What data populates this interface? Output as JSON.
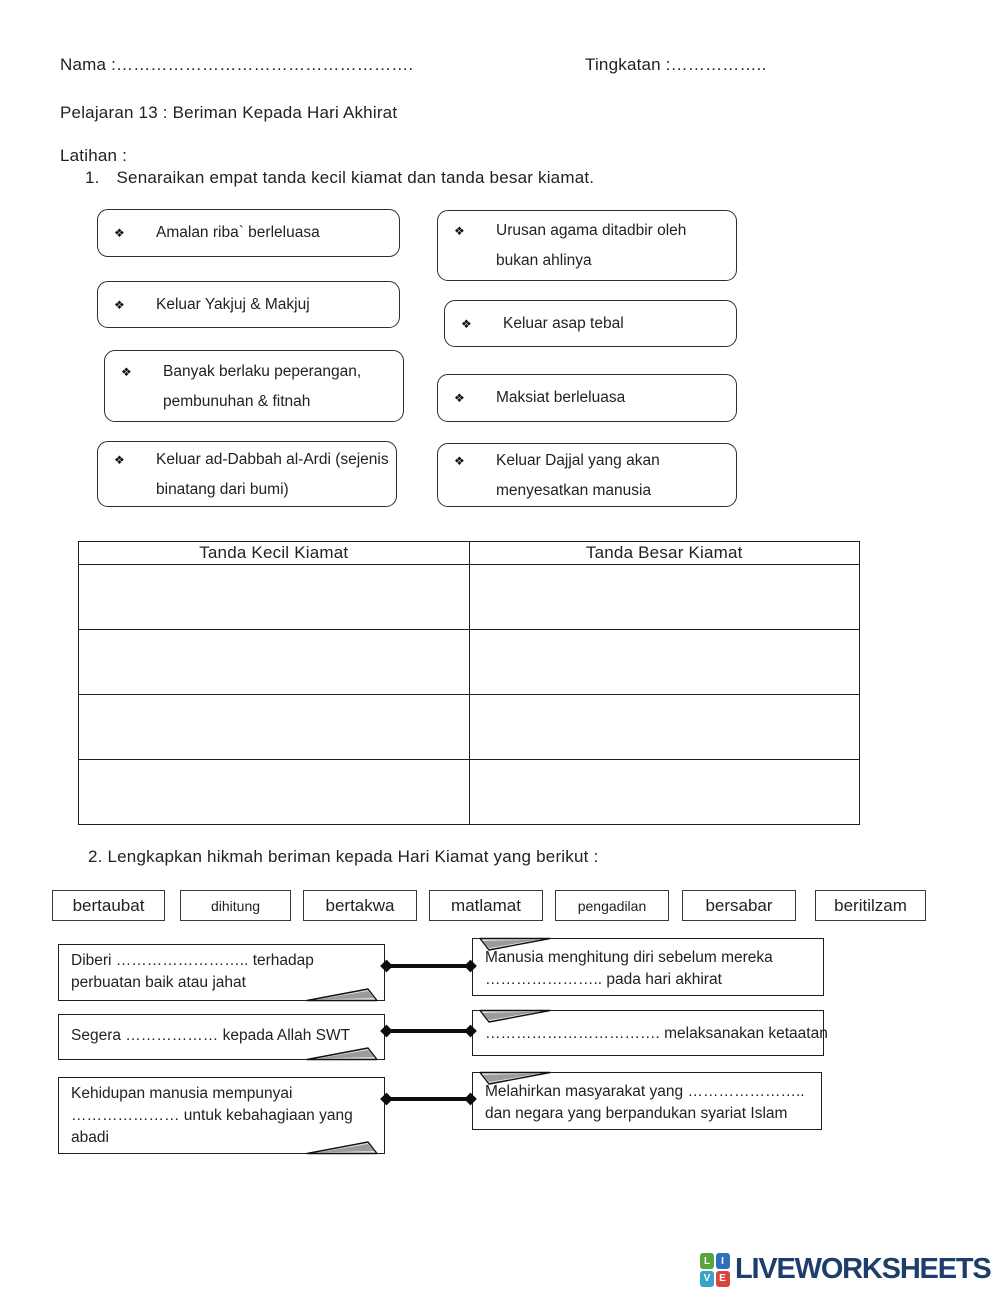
{
  "header": {
    "nama": "Nama :…………………………………………….",
    "tingkatan": "Tingkatan :…………….."
  },
  "lesson_title": "Pelajaran 13 : Beriman Kepada Hari Akhirat",
  "latihan_label": "Latihan :",
  "q1": {
    "number": "1.",
    "text": "Senaraikan empat tanda kecil kiamat dan tanda besar kiamat."
  },
  "bullet": "❖",
  "signs": {
    "left": [
      {
        "l1": "Amalan riba` berleluasa"
      },
      {
        "l1": "Keluar Yakjuj & Makjuj"
      },
      {
        "l1": "Banyak berlaku peperangan,",
        "l2": "pembunuhan & fitnah"
      },
      {
        "l1": "Keluar ad-Dabbah al-Ardi (sejenis",
        "l2": "binatang dari bumi)"
      }
    ],
    "right": [
      {
        "l1": "Urusan agama ditadbir oleh",
        "l2": "bukan ahlinya"
      },
      {
        "l1": "Keluar asap tebal"
      },
      {
        "l1": "Maksiat berleluasa"
      },
      {
        "l1": "Keluar Dajjal yang akan",
        "l2": "menyesatkan manusia"
      }
    ]
  },
  "table": {
    "col1": "Tanda Kecil Kiamat",
    "col2": "Tanda Besar Kiamat"
  },
  "q2": "2. Lengkapkan hikmah beriman kepada Hari Kiamat yang berikut :",
  "word_bank": [
    "bertaubat",
    "dihitung",
    "bertakwa",
    "matlamat",
    "pengadilan",
    "bersabar",
    "beritilzam"
  ],
  "matching": {
    "left": [
      {
        "lines": [
          "Diberi …………………….. terhadap",
          "perbuatan baik atau jahat"
        ]
      },
      {
        "lines": [
          "Segera ……………… kepada Allah SWT"
        ]
      },
      {
        "lines": [
          "Kehidupan manusia mempunyai",
          "………………… untuk kebahagiaan yang",
          "abadi"
        ]
      }
    ],
    "right": [
      {
        "lines": [
          "Manusia menghitung diri sebelum mereka",
          "………………….. pada hari akhirat"
        ]
      },
      {
        "lines": [
          "……………………………. melaksanakan ketaatan"
        ]
      },
      {
        "lines": [
          "Melahirkan masyarakat yang …………………..",
          "dan negara yang berpandukan syariat Islam"
        ]
      }
    ]
  },
  "footer": {
    "brand": "LIVEWORKSHEETS",
    "brand_color": "#1d3e6b",
    "tiles": [
      {
        "letter": "L",
        "color": "#56a53f"
      },
      {
        "letter": "I",
        "color": "#2f6fbd"
      },
      {
        "letter": "V",
        "color": "#35a4c6"
      },
      {
        "letter": "E",
        "color": "#d8453e"
      }
    ]
  }
}
